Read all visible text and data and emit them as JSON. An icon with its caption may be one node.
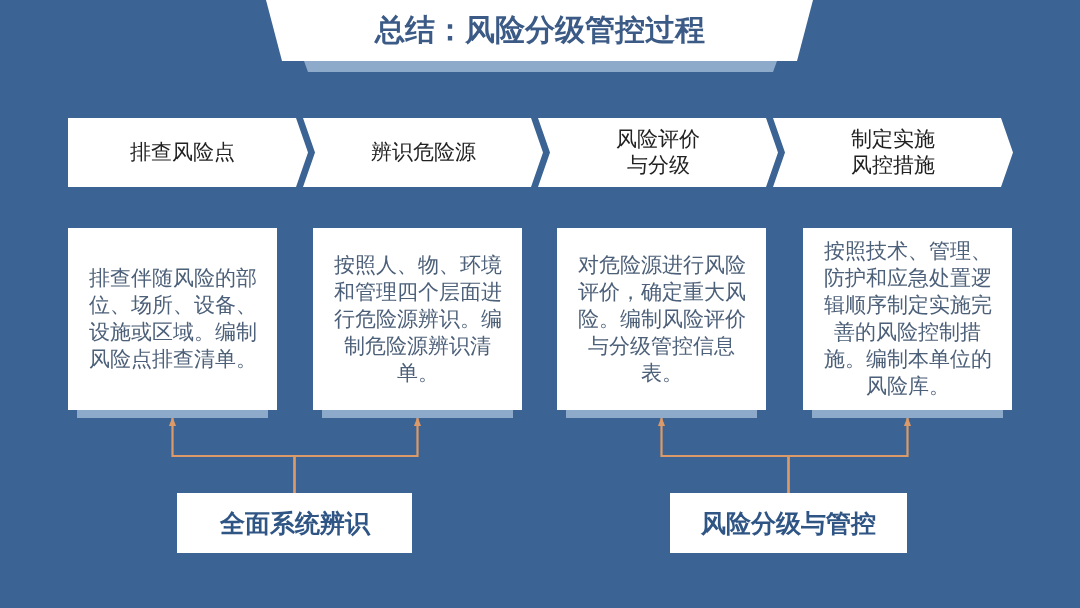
{
  "diagram": {
    "title": "总结：风险分级管控过程",
    "nodes": [
      {
        "text": [
          "排查风险点"
        ]
      },
      {
        "text": [
          "辨识危险源"
        ]
      },
      {
        "text": [
          "风险评价与分级"
        ]
      },
      {
        "text": [
          "制定实施风控措施"
        ]
      },
      {
        "text": [
          "排查伴随风险的部位、场所、设备、设施或区域。编制风险点排查清单。"
        ]
      },
      {
        "text": [
          "按照人、物、环境和管理四个层面进行危险源辨识。编制危险源辨识清单。"
        ]
      },
      {
        "text": [
          "对危险源进行风险评价，确定重大风险。编制风险评价与分级管控信息表。"
        ]
      },
      {
        "text": [
          "按照技术、管理、防护和应急处置逻辑顺序制定实施完善的风险控制措施。编制本单位的风险库。"
        ]
      },
      {
        "text": [
          "全面系统辨识"
        ]
      },
      {
        "text": [
          "风险分级与管控"
        ]
      }
    ],
    "edges": [
      {
        "from": 8,
        "to": 4,
        "arrow": "to"
      },
      {
        "from": 8,
        "to": 5,
        "arrow": "to"
      },
      {
        "from": 9,
        "to": 6,
        "arrow": "to"
      },
      {
        "from": 9,
        "to": 7,
        "arrow": "to"
      }
    ]
  }
}
